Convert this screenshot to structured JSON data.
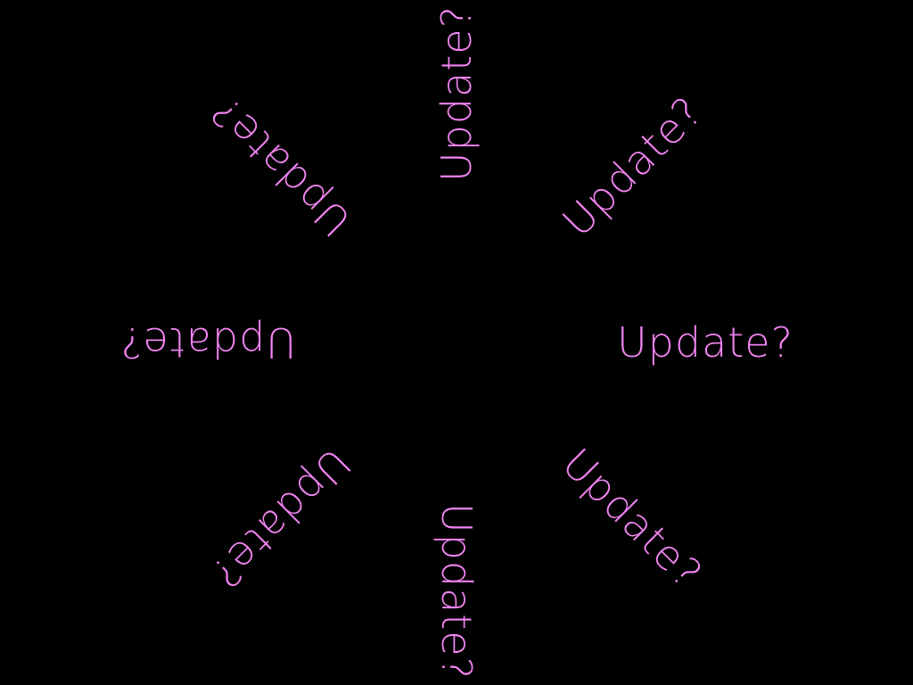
{
  "words": [
    "Update?",
    "Update?",
    "Update?",
    "Update?",
    "Update?",
    "Update?",
    "Update?",
    "Update?"
  ],
  "colors": {
    "background": "#000000",
    "ink": "#ee82ee"
  }
}
